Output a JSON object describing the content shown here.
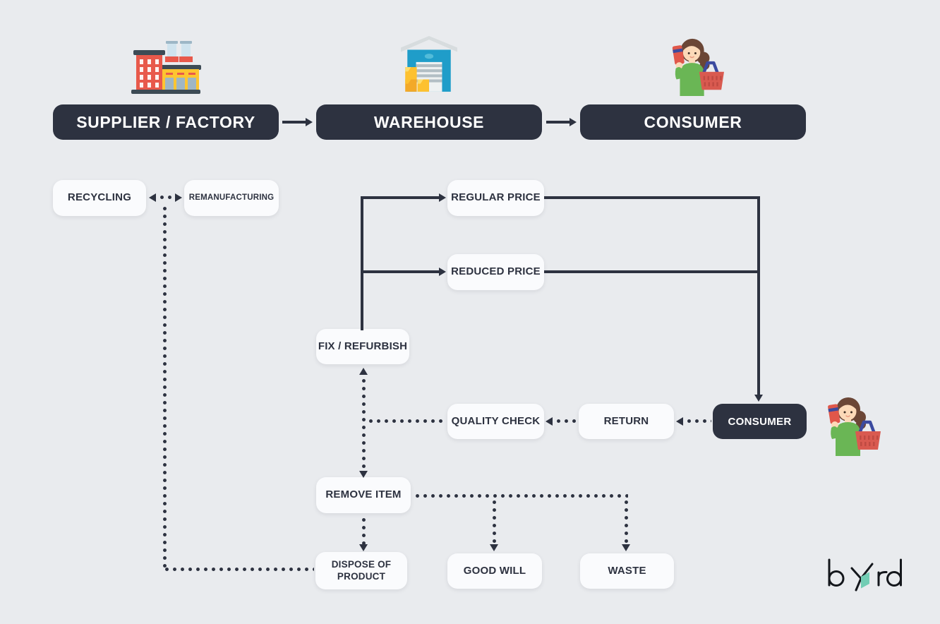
{
  "colors": {
    "background": "#e9ebee",
    "node_dark": "#2d3240",
    "node_light": "#fafbfd",
    "line": "#2d3240",
    "logo_accent": "#72cdb4"
  },
  "forward_chain": {
    "supplier": "SUPPLIER / FACTORY",
    "warehouse": "WAREHOUSE",
    "consumer": "CONSUMER"
  },
  "returns_flow": {
    "recycling": "RECYCLING",
    "remanufacturing": "REMANUFACTURING",
    "regular_price": "REGULAR PRICE",
    "reduced_price": "REDUCED PRICE",
    "fix_refurbish": "FIX / REFURBISH",
    "quality_check": "QUALITY CHECK",
    "return": "RETURN",
    "consumer": "CONSUMER",
    "remove_item": "REMOVE ITEM",
    "dispose_of_product": "DISPOSE OF PRODUCT",
    "good_will": "GOOD WILL",
    "waste": "WASTE"
  },
  "edges": [
    {
      "from": "SUPPLIER / FACTORY",
      "to": "WAREHOUSE",
      "style": "solid",
      "arrow": "forward"
    },
    {
      "from": "WAREHOUSE",
      "to": "CONSUMER",
      "style": "solid",
      "arrow": "forward"
    },
    {
      "from": "FIX / REFURBISH",
      "to": "REGULAR PRICE",
      "style": "solid",
      "arrow": "forward"
    },
    {
      "from": "FIX / REFURBISH",
      "to": "REDUCED PRICE",
      "style": "solid",
      "arrow": "forward"
    },
    {
      "from": "REGULAR PRICE",
      "to": "CONSUMER",
      "style": "solid",
      "arrow": "forward"
    },
    {
      "from": "REDUCED PRICE",
      "to": "CONSUMER",
      "style": "solid",
      "arrow": "forward"
    },
    {
      "from": "CONSUMER",
      "to": "RETURN",
      "style": "dotted",
      "arrow": "forward"
    },
    {
      "from": "RETURN",
      "to": "QUALITY CHECK",
      "style": "dotted",
      "arrow": "forward"
    },
    {
      "from": "QUALITY CHECK",
      "to": "FIX / REFURBISH",
      "style": "dotted",
      "arrow": "forward"
    },
    {
      "from": "QUALITY CHECK",
      "to": "REMOVE ITEM",
      "style": "dotted",
      "arrow": "forward"
    },
    {
      "from": "REMOVE ITEM",
      "to": "DISPOSE OF PRODUCT",
      "style": "dotted",
      "arrow": "forward"
    },
    {
      "from": "REMOVE ITEM",
      "to": "GOOD WILL",
      "style": "dotted",
      "arrow": "forward"
    },
    {
      "from": "REMOVE ITEM",
      "to": "WASTE",
      "style": "dotted",
      "arrow": "forward"
    },
    {
      "from": "DISPOSE OF PRODUCT",
      "to": "RECYCLING",
      "style": "dotted",
      "arrow": "forward"
    },
    {
      "from": "RECYCLING",
      "to": "REMANUFACTURING",
      "style": "dotted",
      "arrow": "bidirectional"
    }
  ],
  "icons": {
    "factory": "factory-icon",
    "warehouse": "warehouse-icon",
    "shopper_top": "shopper-icon",
    "shopper_side": "shopper-icon"
  },
  "logo": {
    "text": "byrd"
  }
}
